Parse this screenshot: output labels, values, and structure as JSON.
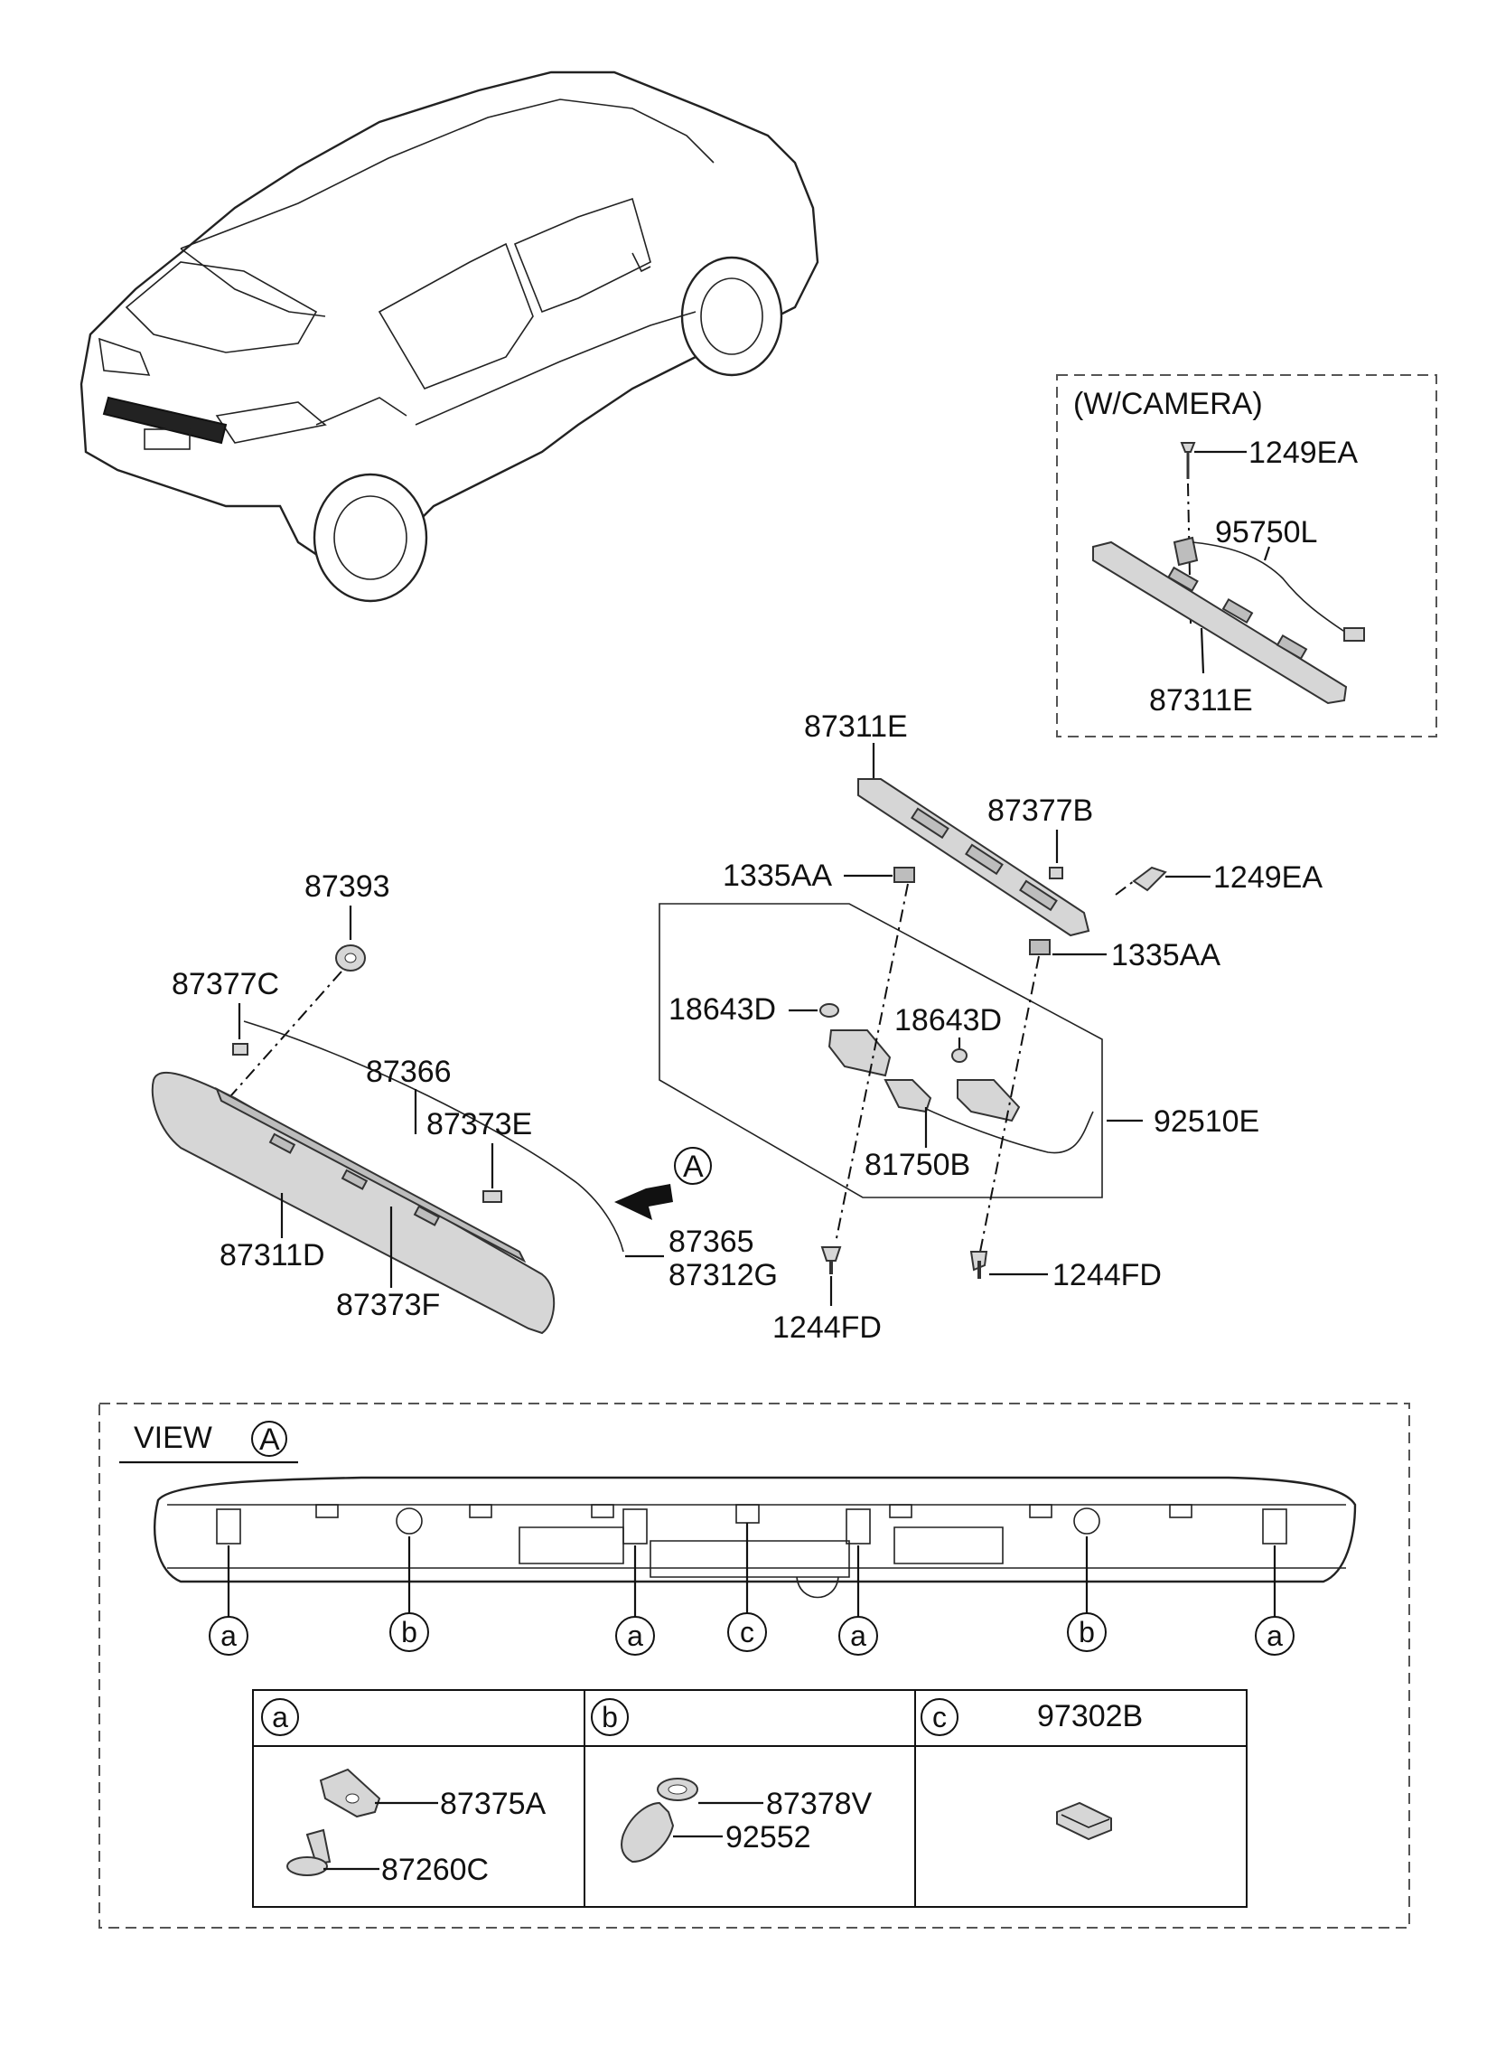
{
  "title": "Rear Garnish / License Lamp Parts Diagram",
  "labels": {
    "w_camera": "(W/CAMERA)",
    "cam_1249EA": "1249EA",
    "cam_95750L": "95750L",
    "cam_87311E": "87311E",
    "p_87311E": "87311E",
    "p_87377B": "87377B",
    "p_1335AA_left": "1335AA",
    "p_1249EA": "1249EA",
    "p_1335AA_right": "1335AA",
    "p_18643D_left": "18643D",
    "p_18643D_right": "18643D",
    "p_92510E": "92510E",
    "p_81750B": "81750B",
    "p_1244FD_left": "1244FD",
    "p_1244FD_right": "1244FD",
    "p_87393": "87393",
    "p_87377C": "87377C",
    "p_87366": "87366",
    "p_87373E": "87373E",
    "p_87311D": "87311D",
    "p_87373F": "87373F",
    "p_87365": "87365",
    "p_87312G": "87312G",
    "arrow_A": "A",
    "view": "VIEW",
    "view_A": "A"
  },
  "callouts": [
    "a",
    "b",
    "a",
    "c",
    "a",
    "b",
    "a"
  ],
  "table": {
    "col_a": {
      "letter": "a",
      "parts": [
        "87375A",
        "87260C"
      ]
    },
    "col_b": {
      "letter": "b",
      "parts": [
        "87378V",
        "92552"
      ]
    },
    "col_c": {
      "letter": "c",
      "header_part": "97302B"
    }
  }
}
